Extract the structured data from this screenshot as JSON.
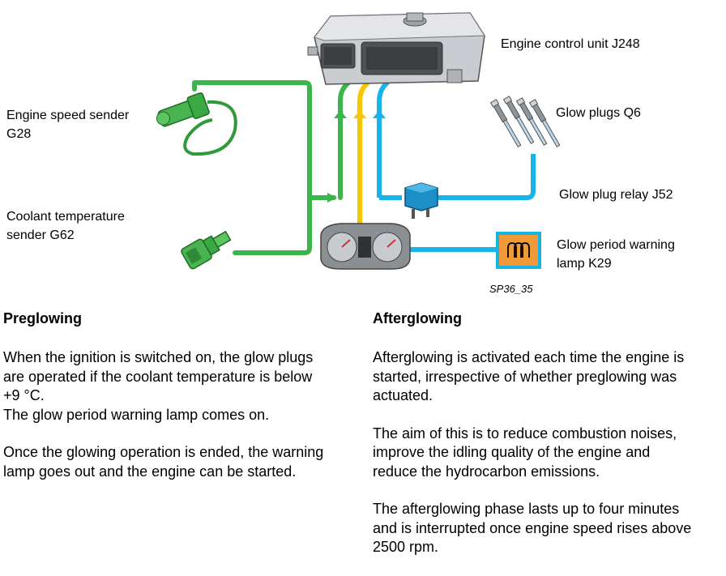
{
  "diagram": {
    "labels": {
      "ecu": "Engine control unit J248",
      "glow_plugs": "Glow plugs Q6",
      "relay": "Glow plug relay J52",
      "warning_lamp_line1": "Glow period warning",
      "warning_lamp_line2": "lamp K29",
      "speed_sender_line1": "Engine speed sender",
      "speed_sender_line2": "G28",
      "coolant_sender_line1": "Coolant temperature",
      "coolant_sender_line2": "sender G62",
      "figure_id": "SP36_35"
    },
    "colors": {
      "green": "#3cb54a",
      "yellow": "#f7c600",
      "blue": "#17b4e8",
      "lamp_orange": "#f29a3a"
    }
  },
  "preglowing": {
    "heading": "Preglowing",
    "p1_line1": "When the ignition is switched on, the glow plugs",
    "p1_line2": "are operated if the coolant temperature is below",
    "p1_line3": "+9 °C.",
    "p1_line4": "The glow period warning lamp comes on.",
    "p2_line1": "Once the glowing operation is ended, the warning",
    "p2_line2": "lamp goes out and the engine can be started."
  },
  "afterglowing": {
    "heading": "Afterglowing",
    "p1_line1": "Afterglowing is activated each time the engine is",
    "p1_line2": "started, irrespective of whether preglowing was",
    "p1_line3": "actuated.",
    "p2_line1": "The aim of this is to reduce combustion noises,",
    "p2_line2": "improve the idling quality of the engine and",
    "p2_line3": "reduce the hydrocarbon emissions.",
    "p3_line1": "The afterglowing phase lasts up to four minutes",
    "p3_line2": "and is interrupted once engine speed rises above",
    "p3_line3": "2500 rpm."
  }
}
